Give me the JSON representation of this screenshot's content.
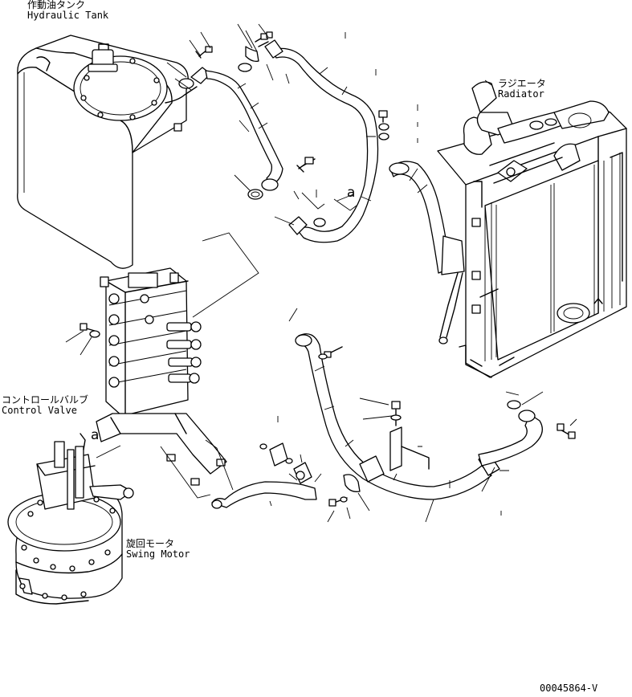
{
  "labels": {
    "hydraulic_tank": {
      "jp": "作動油タンク",
      "en": "Hydraulic Tank"
    },
    "radiator": {
      "jp": "ラジエータ",
      "en": "Radiator"
    },
    "control_valve": {
      "jp": "コントロールバルブ",
      "en": "Control Valve"
    },
    "swing_motor": {
      "jp": "旋回モータ",
      "en": "Swing Motor"
    }
  },
  "callouts": {
    "upper_a": "a",
    "lower_a": "a"
  },
  "drawing_number": "00045864-V",
  "colors": {
    "line": "#000000",
    "background": "#ffffff"
  }
}
